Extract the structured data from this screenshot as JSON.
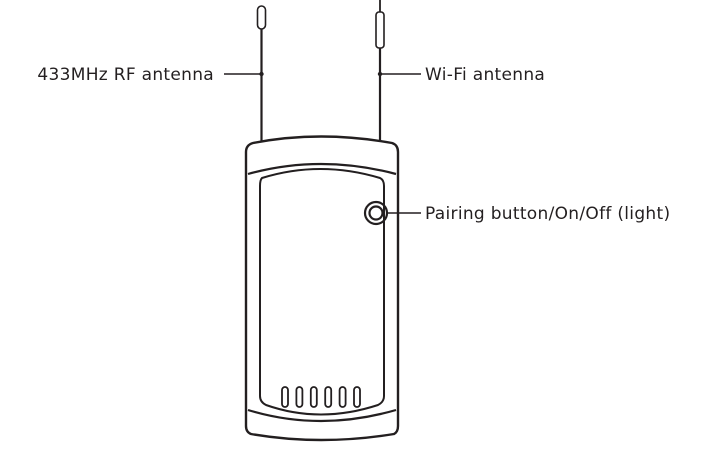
{
  "labels": {
    "rf_antenna": "433MHz RF antenna",
    "wifi_antenna": "Wi-Fi antenna",
    "pairing_button": "Pairing button/On/Off (light)"
  },
  "device": {
    "vent_slot_count": 6
  },
  "colors": {
    "line": "#231f20",
    "background": "#ffffff"
  }
}
